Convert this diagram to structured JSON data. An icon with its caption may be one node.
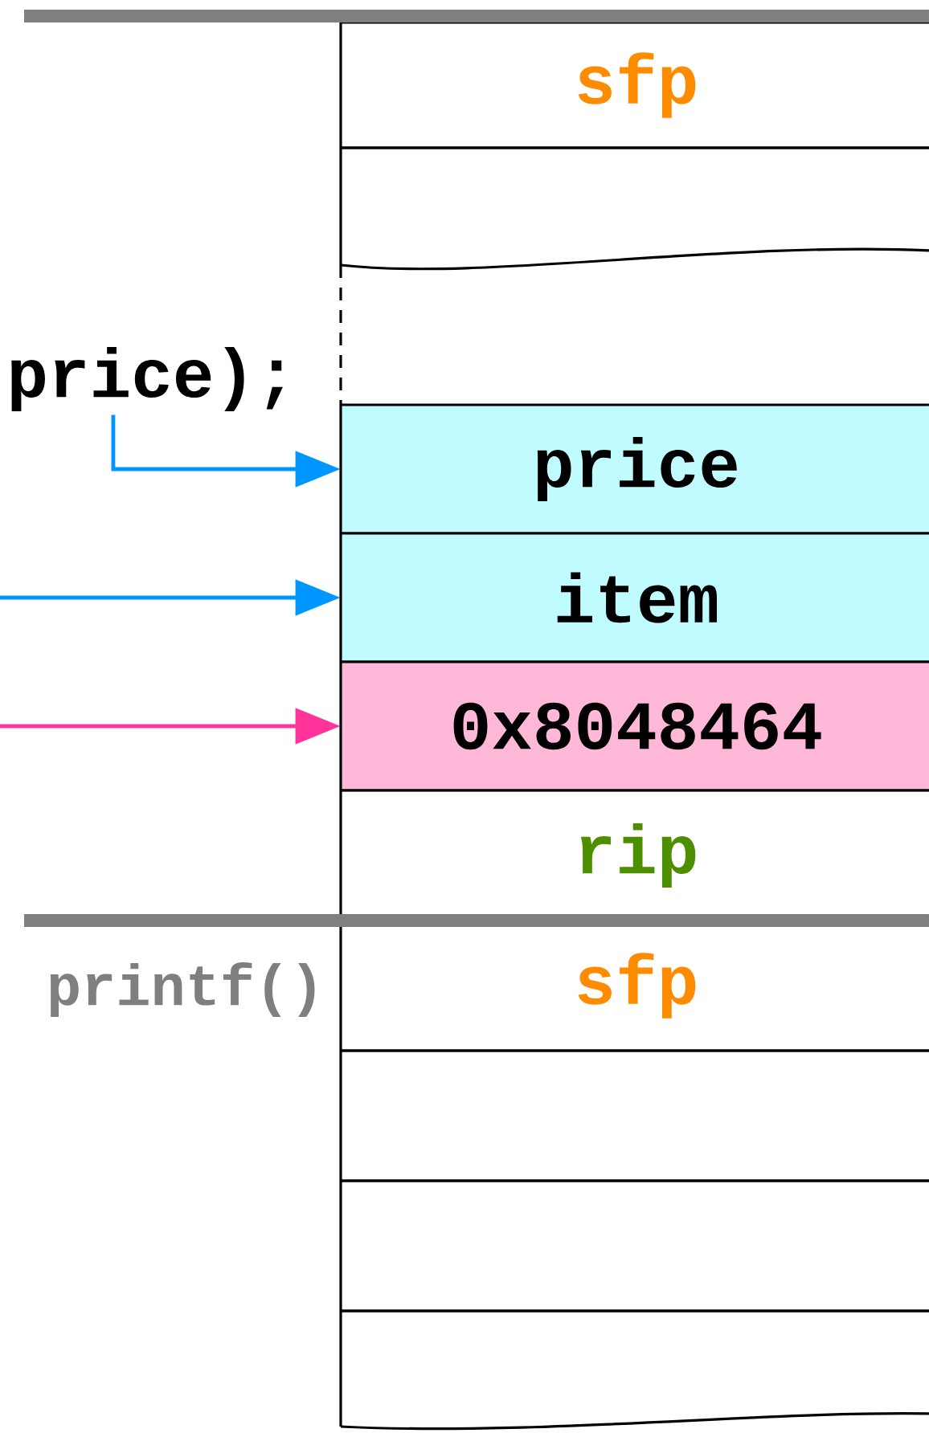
{
  "diagram": {
    "nodes": [
      {
        "text": [
          "sfp"
        ]
      },
      {
        "text": [],
        "shape": "box"
      },
      {
        "text": [
          "price);"
        ]
      },
      {
        "text": [
          "price"
        ]
      },
      {
        "text": [
          "item"
        ]
      },
      {
        "text": [
          "0x8048464"
        ]
      },
      {
        "text": [
          "rip"
        ]
      },
      {
        "text": [
          "sfp"
        ]
      },
      {
        "text": [],
        "shape": "box"
      },
      {
        "text": [],
        "shape": "box"
      },
      {
        "text": [],
        "shape": "box"
      }
    ],
    "edges": [
      {
        "from": 2,
        "to": 3,
        "arrow": "to"
      },
      {
        "from": null,
        "to": 4,
        "arrow": "to"
      },
      {
        "from": null,
        "to": 5,
        "arrow": "to",
        "color": "#ff3399"
      }
    ],
    "labels": [
      "printf()"
    ]
  }
}
